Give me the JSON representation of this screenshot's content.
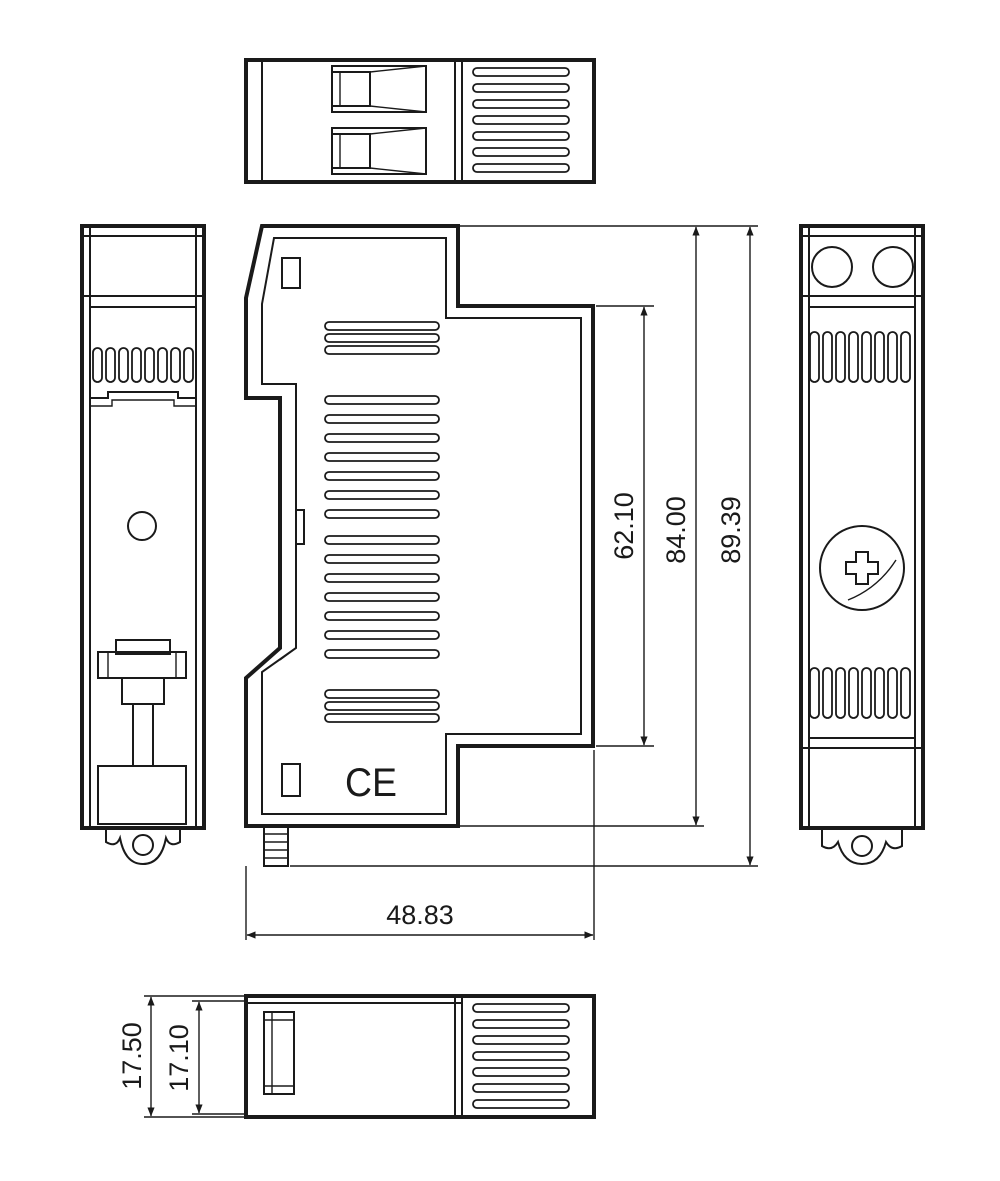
{
  "dimensions": {
    "width": "48.83",
    "height_inner": "62.10",
    "height_body": "84.00",
    "height_total": "89.39",
    "depth_outer": "17.50",
    "depth_inner": "17.10"
  },
  "marks": {
    "ce": "CE"
  }
}
